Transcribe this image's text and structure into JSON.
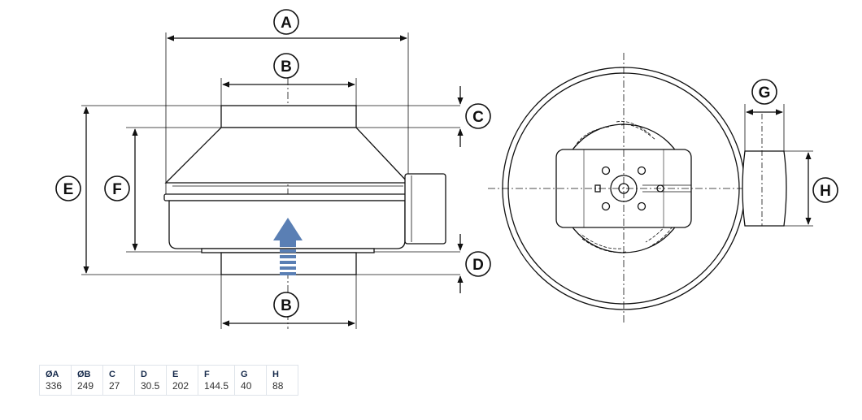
{
  "labels": {
    "A": "A",
    "B_top": "B",
    "B_bottom": "B",
    "C": "C",
    "D": "D",
    "E": "E",
    "F": "F",
    "G": "G",
    "H": "H"
  },
  "dimensions": [
    {
      "key": "ØA",
      "value": "336"
    },
    {
      "key": "ØB",
      "value": "249"
    },
    {
      "key": "C",
      "value": "27"
    },
    {
      "key": "D",
      "value": "30.5"
    },
    {
      "key": "E",
      "value": "202"
    },
    {
      "key": "F",
      "value": "144.5"
    },
    {
      "key": "G",
      "value": "40"
    },
    {
      "key": "H",
      "value": "88"
    }
  ],
  "colors": {
    "line": "#111111",
    "fill": "#ffffff",
    "airflow_arrow": "#5a7fb4"
  },
  "icons": {
    "airflow": "up-arrow-icon"
  }
}
